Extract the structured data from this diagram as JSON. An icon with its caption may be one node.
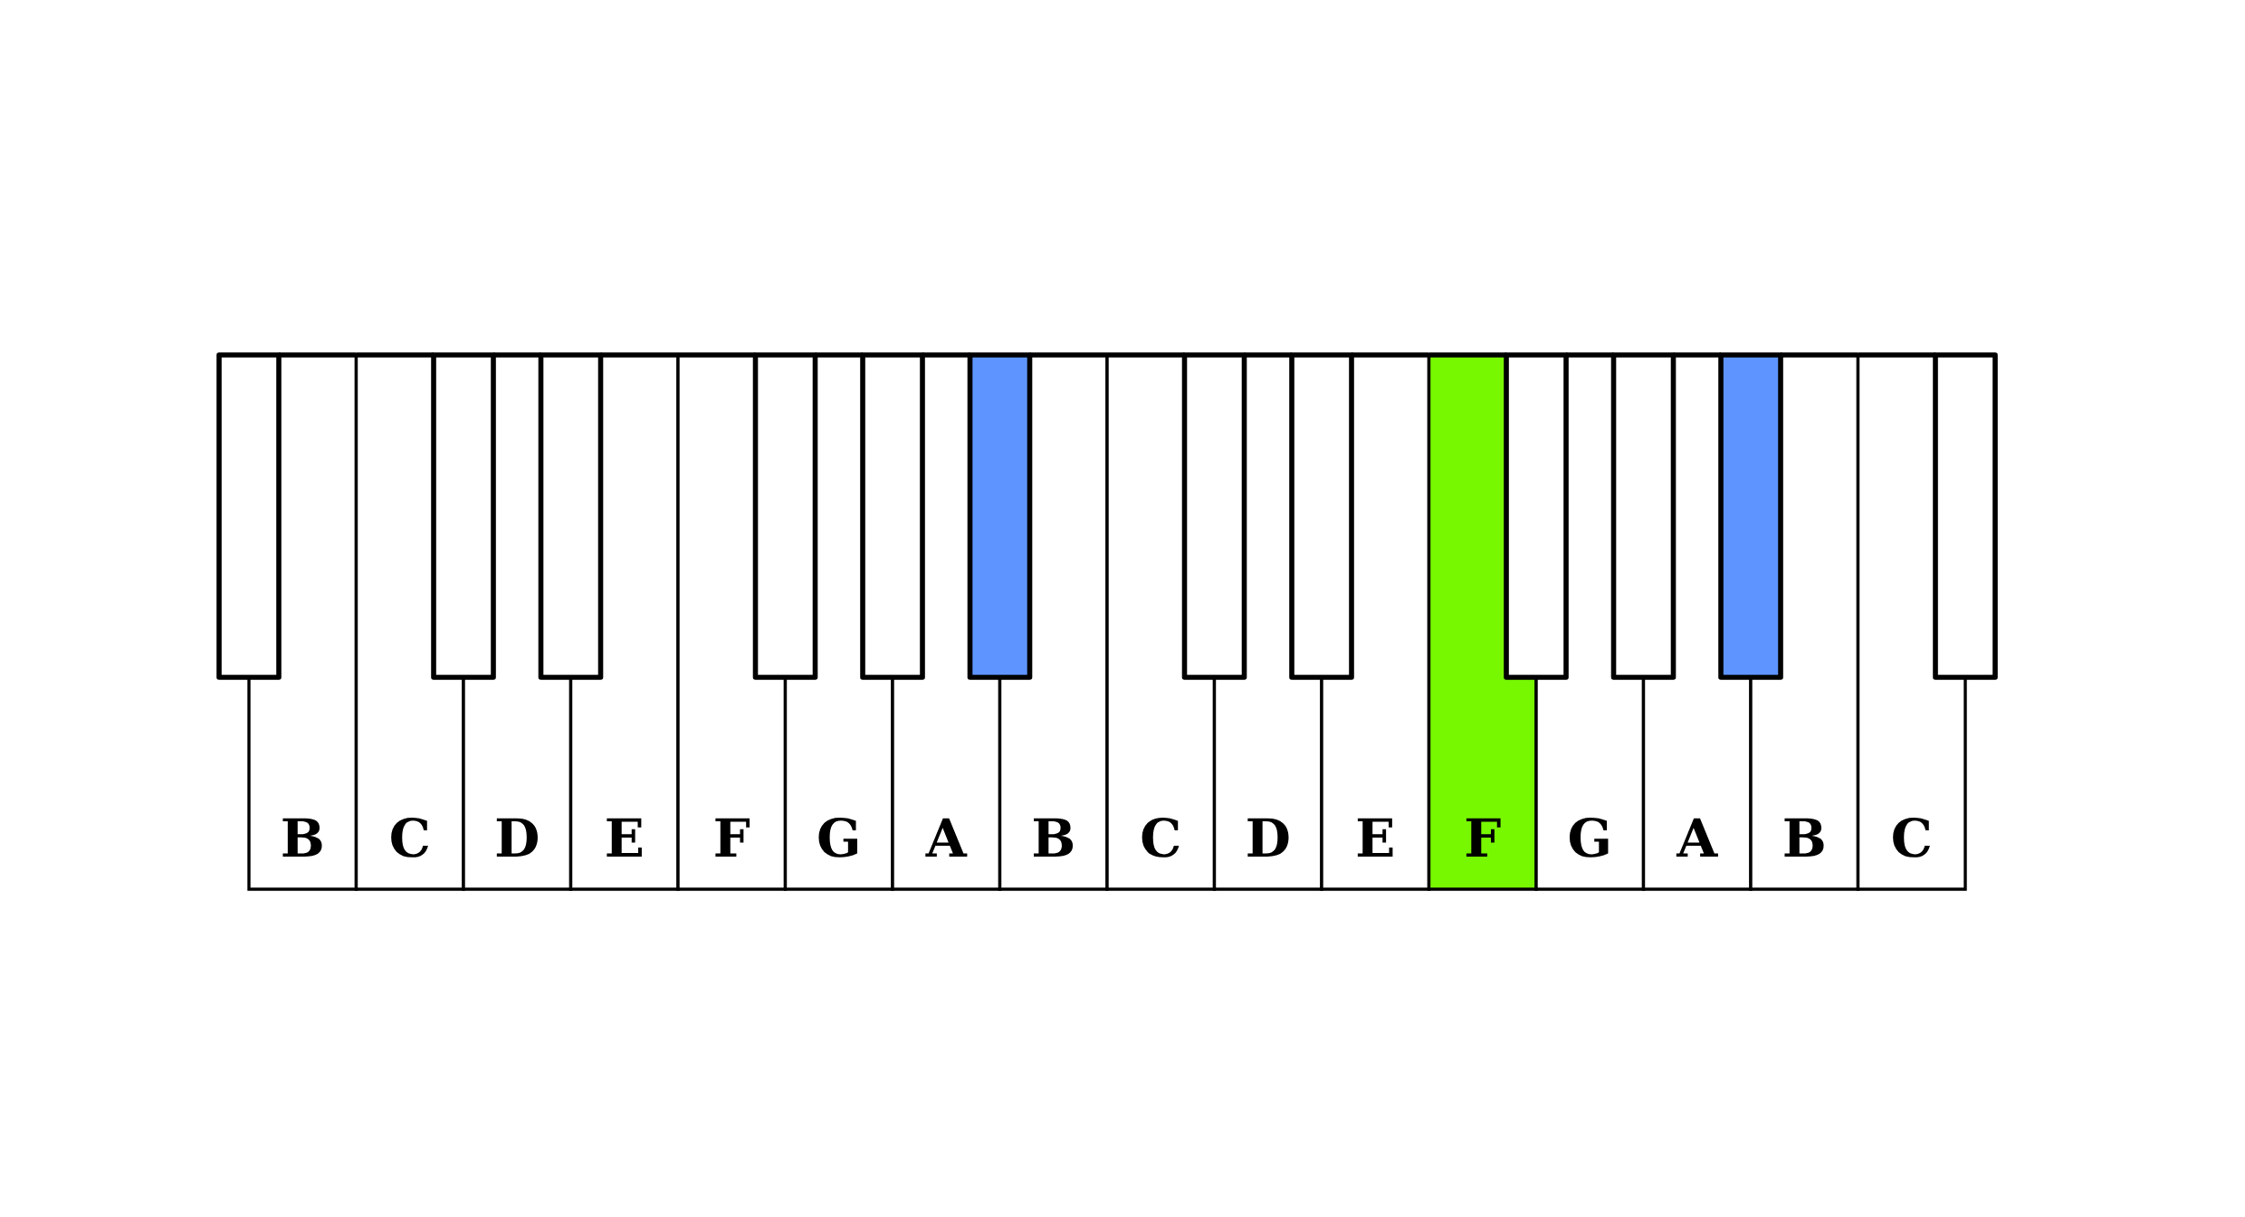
{
  "diagram": {
    "nodes": [
      {
        "text": [
          "B"
        ]
      },
      {
        "text": [
          "C"
        ]
      },
      {
        "text": [
          "D"
        ]
      },
      {
        "text": [
          "E"
        ]
      },
      {
        "text": [
          "F"
        ]
      },
      {
        "text": [
          "G"
        ]
      },
      {
        "text": [
          "A"
        ]
      },
      {
        "text": [
          "B"
        ]
      },
      {
        "text": [
          "C"
        ]
      },
      {
        "text": [
          "D"
        ]
      },
      {
        "text": [
          "E"
        ]
      },
      {
        "text": [
          "F"
        ]
      },
      {
        "text": [
          "G"
        ]
      },
      {
        "text": [
          "A"
        ]
      },
      {
        "text": [
          "B"
        ]
      },
      {
        "text": [
          "C"
        ]
      },
      {
        "text": [],
        "shape": "box"
      },
      {
        "text": [],
        "shape": "box"
      },
      {
        "text": [],
        "shape": "box"
      },
      {
        "text": [],
        "shape": "box"
      },
      {
        "text": [],
        "shape": "box"
      },
      {
        "text": [],
        "shape": "box"
      },
      {
        "text": [],
        "shape": "box"
      },
      {
        "text": [],
        "shape": "box"
      },
      {
        "text": [],
        "shape": "box"
      },
      {
        "text": [],
        "shape": "box"
      },
      {
        "text": [],
        "shape": "box"
      },
      {
        "text": [],
        "shape": "box"
      }
    ]
  }
}
